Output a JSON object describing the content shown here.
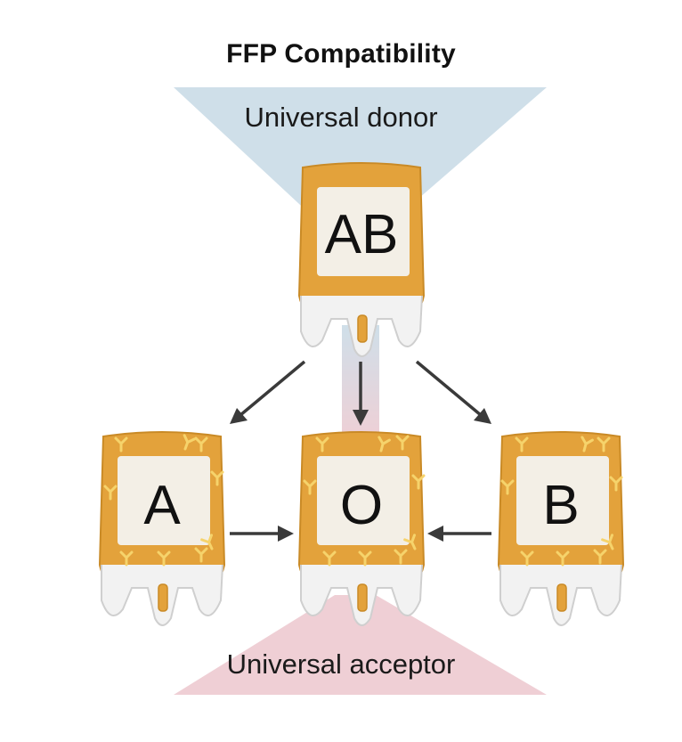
{
  "title": "FFP Compatibility",
  "captions": {
    "top": "Universal donor",
    "bottom": "Universal acceptor"
  },
  "bags": {
    "ab": {
      "label": "AB",
      "antibodies": false
    },
    "a": {
      "label": "A",
      "antibodies": true
    },
    "o": {
      "label": "O",
      "antibodies": true
    },
    "b": {
      "label": "B",
      "antibodies": true
    }
  },
  "arrows": [
    {
      "from": "AB",
      "to": "A"
    },
    {
      "from": "AB",
      "to": "O"
    },
    {
      "from": "AB",
      "to": "B"
    },
    {
      "from": "A",
      "to": "O"
    },
    {
      "from": "B",
      "to": "O"
    }
  ],
  "colors": {
    "plasma": "#e3a23b",
    "plasma_dark": "#c98a26",
    "label_bg": "#f3efe6",
    "antibody": "#f6d36b",
    "donor_zone": "#cfdfe9",
    "acceptor_zone": "#efcfd5",
    "arrow": "#3a3a3a"
  }
}
